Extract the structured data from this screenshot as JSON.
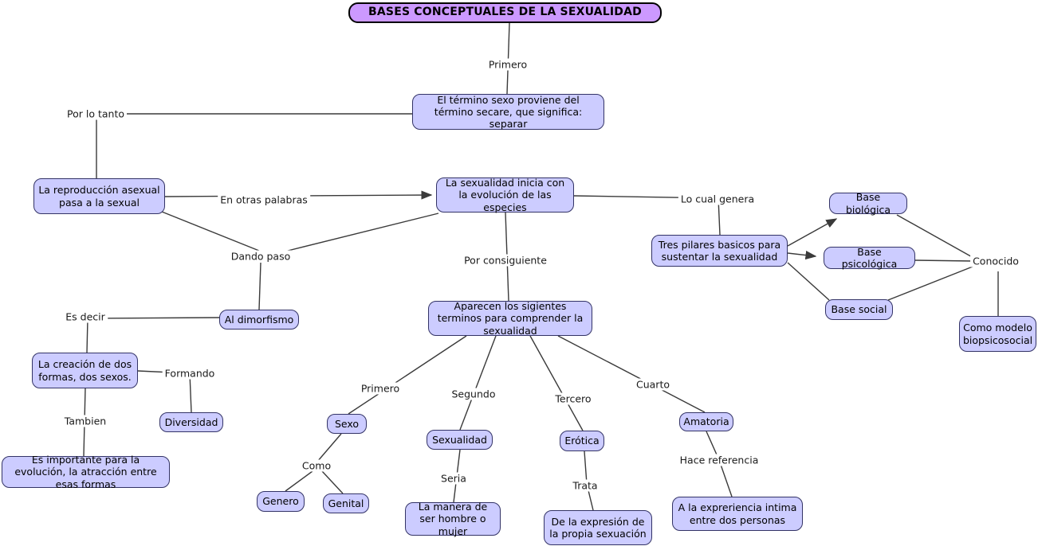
{
  "diagram": {
    "title": "BASES CONCEPTUALES DE LA SEXUALIDAD",
    "nodes": [
      {
        "id": "termino",
        "label": "El término sexo proviene del término secare, que significa: separar"
      },
      {
        "id": "reproduccion",
        "label": "La reproducción asexual pasa a la sexual"
      },
      {
        "id": "inicia",
        "label": "La sexualidad inicia con la evolución de las especies"
      },
      {
        "id": "pilares",
        "label": "Tres pilares basicos para sustentar la sexualidad"
      },
      {
        "id": "biologica",
        "label": "Base biológica"
      },
      {
        "id": "psicologica",
        "label": "Base psicológica"
      },
      {
        "id": "social",
        "label": "Base social"
      },
      {
        "id": "modelo",
        "label": "Como modelo biopsicosocial"
      },
      {
        "id": "dimorfismo",
        "label": "Al dimorfismo"
      },
      {
        "id": "aparecen",
        "label": "Aparecen los sigientes terminos para comprender la sexualidad"
      },
      {
        "id": "creacion",
        "label": "La creación de dos formas, dos sexos."
      },
      {
        "id": "diversidad",
        "label": "Diversidad"
      },
      {
        "id": "importante",
        "label": "Es importante para la evolución, la atracción entre esas formas"
      },
      {
        "id": "sexo",
        "label": "Sexo"
      },
      {
        "id": "sexualidad",
        "label": "Sexualidad"
      },
      {
        "id": "erotica",
        "label": "Erótica"
      },
      {
        "id": "amatoria",
        "label": "Amatoria"
      },
      {
        "id": "genero",
        "label": "Genero"
      },
      {
        "id": "genital",
        "label": "Genital"
      },
      {
        "id": "manera",
        "label": "La manera de ser hombre o mujer"
      },
      {
        "id": "expresion",
        "label": "De la expresión de la propia sexuación"
      },
      {
        "id": "experiencia",
        "label": "A la expreriencia intima entre dos personas"
      }
    ],
    "link_labels": [
      {
        "id": "primero-top",
        "text": "Primero"
      },
      {
        "id": "por-lo-tanto",
        "text": "Por lo tanto"
      },
      {
        "id": "en-otras-palabras",
        "text": "En otras palabras"
      },
      {
        "id": "lo-cual-genera",
        "text": "Lo cual genera"
      },
      {
        "id": "dando-paso",
        "text": "Dando paso"
      },
      {
        "id": "por-consiguiente",
        "text": "Por consiguiente"
      },
      {
        "id": "conocido",
        "text": "Conocido"
      },
      {
        "id": "es-decir",
        "text": "Es decir"
      },
      {
        "id": "formando",
        "text": "Formando"
      },
      {
        "id": "tambien",
        "text": "Tambien"
      },
      {
        "id": "primero-2",
        "text": "Primero"
      },
      {
        "id": "segundo",
        "text": "Segundo"
      },
      {
        "id": "tercero",
        "text": "Tercero"
      },
      {
        "id": "cuarto",
        "text": "Cuarto"
      },
      {
        "id": "como",
        "text": "Como"
      },
      {
        "id": "seria",
        "text": "Seria"
      },
      {
        "id": "trata",
        "text": "Trata"
      },
      {
        "id": "hace-referencia",
        "text": "Hace referencia"
      }
    ],
    "colors": {
      "title_fill": "#cc99ff",
      "title_border": "#000000",
      "node_fill": "#ccccff",
      "node_border": "#333366",
      "line": "#3a3a3a",
      "background": "#ffffff"
    }
  }
}
